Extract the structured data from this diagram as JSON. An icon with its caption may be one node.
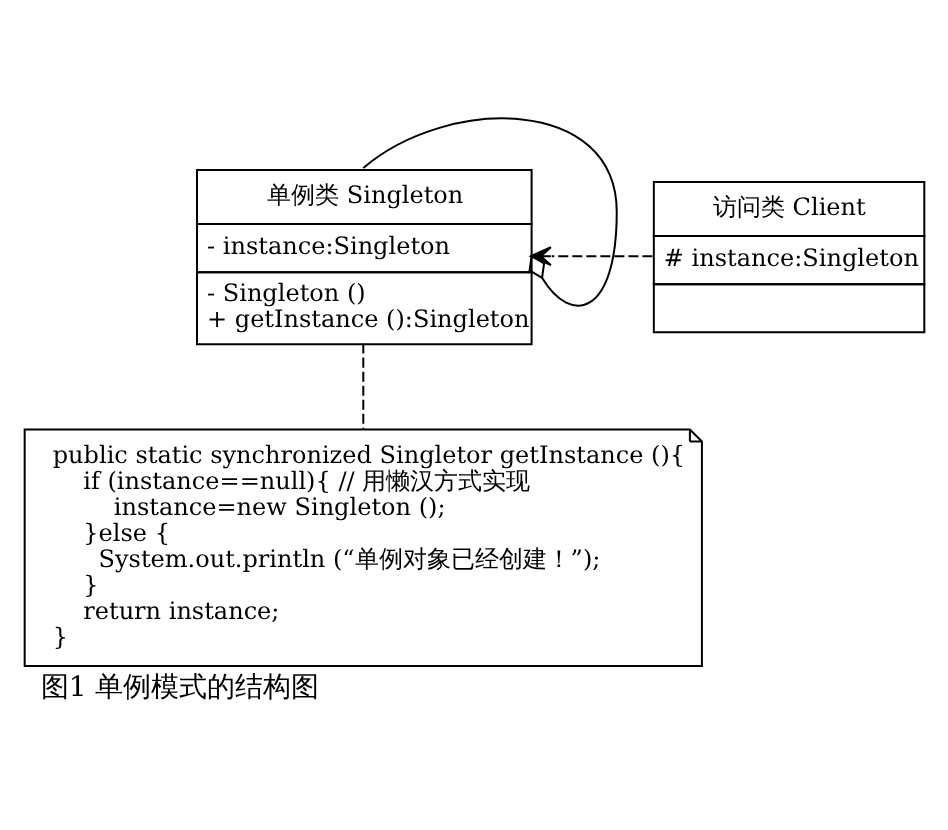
{
  "diagram": {
    "caption": "图1 单例模式的结构图",
    "nodes": [
      {
        "text": [
          "单例类 Singleton",
          "- instance:Singleton",
          "- Singleton ()",
          "+ getInstance ():Singleton"
        ]
      },
      {
        "text": [
          "访问类 Client",
          "# instance:Singleton"
        ]
      },
      {
        "text": [
          "public static synchronized Singletor getInstance (){",
          "if (instance==null){ // 用懒汉方式实现",
          "instance=new Singleton ();",
          "}else {",
          "System.out.println (“单例对象已经创建！”);",
          "}",
          "return instance;",
          "}"
        ]
      }
    ],
    "edges": [
      {
        "from": 0,
        "to": 0,
        "arrow": "other"
      },
      {
        "from": 1,
        "to": 0,
        "arrow": "to",
        "style": "dashed"
      },
      {
        "from": 0,
        "to": 2,
        "arrow": "none",
        "style": "dashed"
      }
    ]
  }
}
